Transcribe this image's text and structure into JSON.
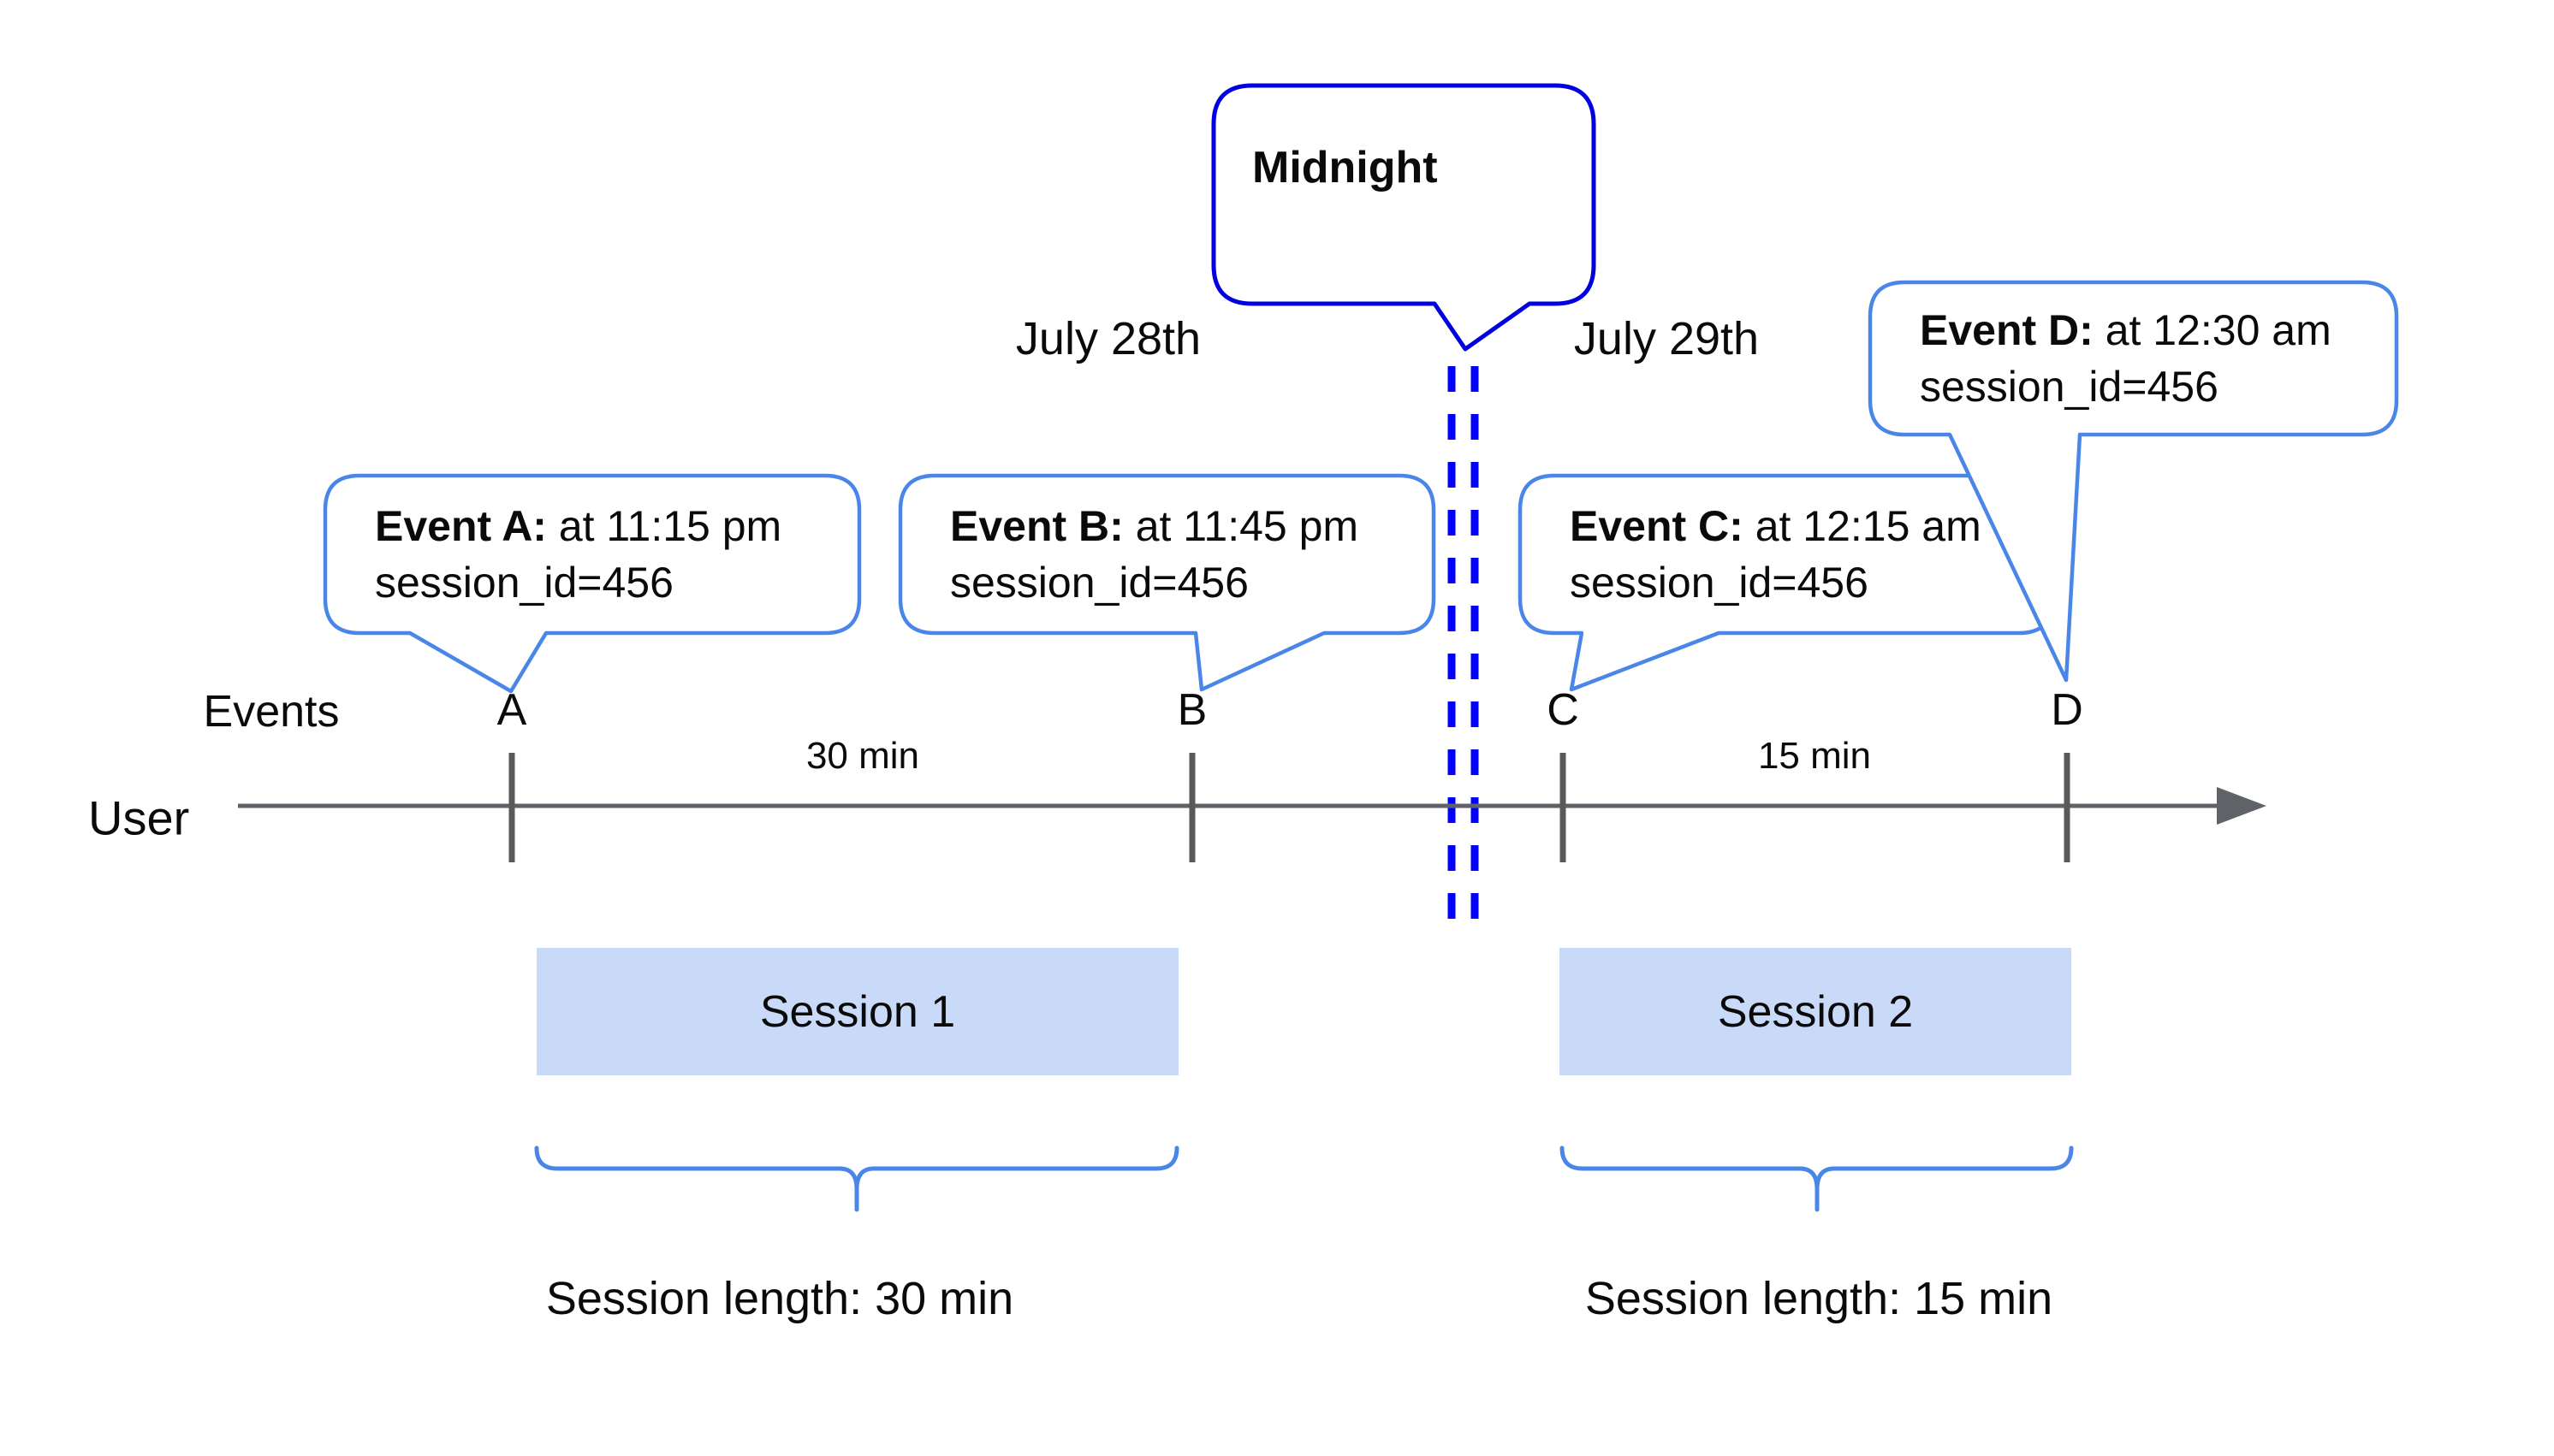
{
  "diagram": {
    "dates": {
      "left": "July 28th",
      "right": "July 29th"
    },
    "midnight_callout": {
      "text": "Midnight"
    },
    "event_callouts": [
      {
        "id": "A",
        "title": "Event A:",
        "time": " at 11:15 pm",
        "detail": "session_id=456"
      },
      {
        "id": "B",
        "title": "Event B:",
        "time": " at 11:45 pm",
        "detail": "session_id=456"
      },
      {
        "id": "C",
        "title": "Event C:",
        "time": " at 12:15 am",
        "detail": "session_id=456"
      },
      {
        "id": "D",
        "title": "Event D:",
        "time": " at 12:30 am",
        "detail": "session_id=456"
      }
    ],
    "axis": {
      "events_label": "Events",
      "user_label": "User",
      "point_labels": [
        "A",
        "B",
        "C",
        "D"
      ],
      "interval_labels": [
        "30 min",
        "15 min"
      ]
    },
    "sessions": [
      {
        "name": "Session 1",
        "length_label": "Session length: 30 min"
      },
      {
        "name": "Session 2",
        "length_label": "Session length: 15 min"
      }
    ],
    "colors": {
      "callout_border": "#4a86e8",
      "midnight_border": "#0000e0",
      "dash_blue": "#0202fa",
      "session_fill": "#c9daf8",
      "axis_gray": "#5f6368",
      "brace": "#4a86e8",
      "text": "#0a0a0a"
    }
  }
}
